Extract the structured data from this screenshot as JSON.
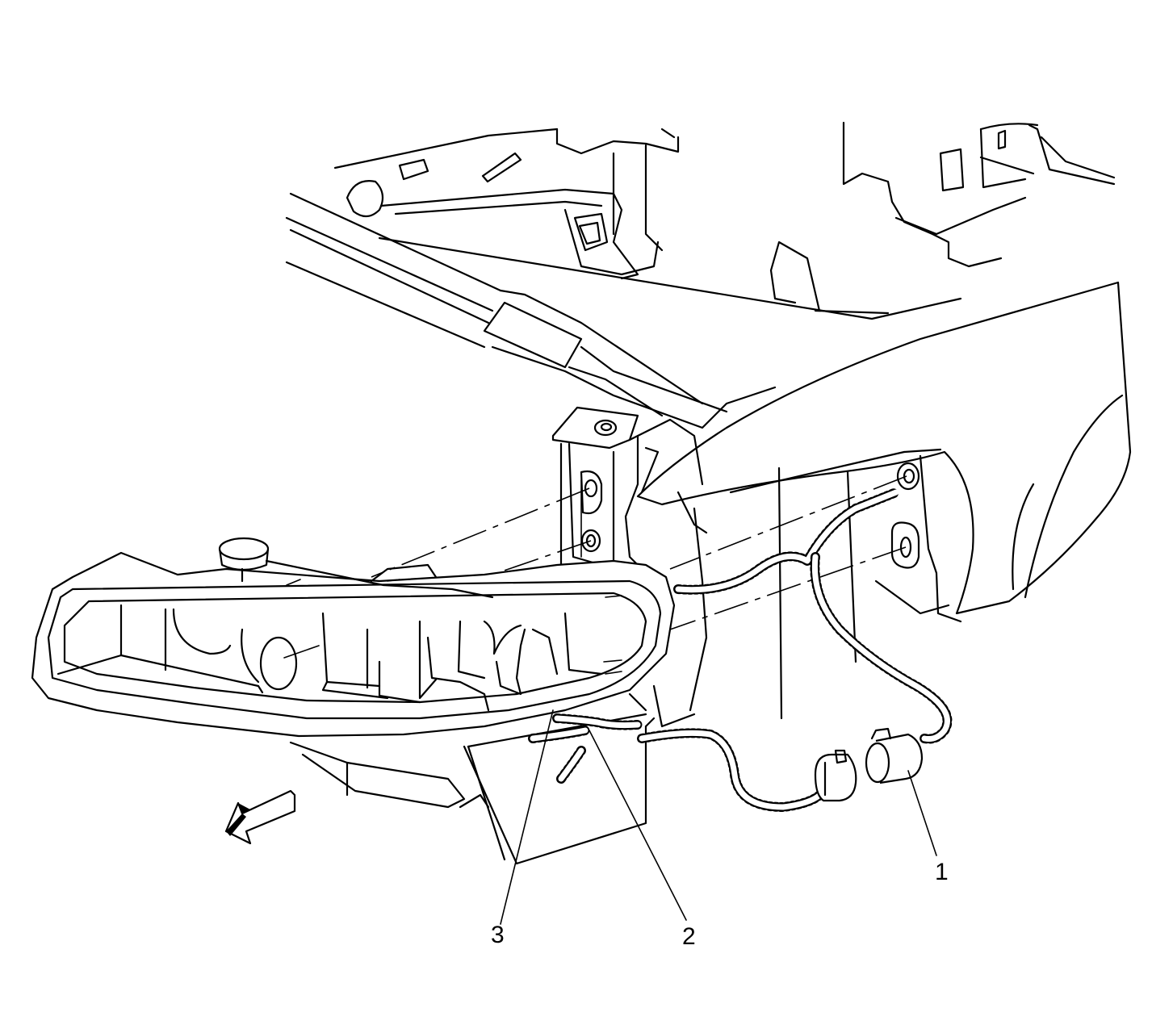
{
  "callouts": [
    {
      "id": "callout-1",
      "label": "1"
    },
    {
      "id": "callout-2",
      "label": "2"
    },
    {
      "id": "callout-3",
      "label": "3"
    }
  ],
  "icons": {
    "direction_arrow": "forward-arrow-icon"
  },
  "colors": {
    "line": "#000000",
    "background": "#ffffff"
  }
}
